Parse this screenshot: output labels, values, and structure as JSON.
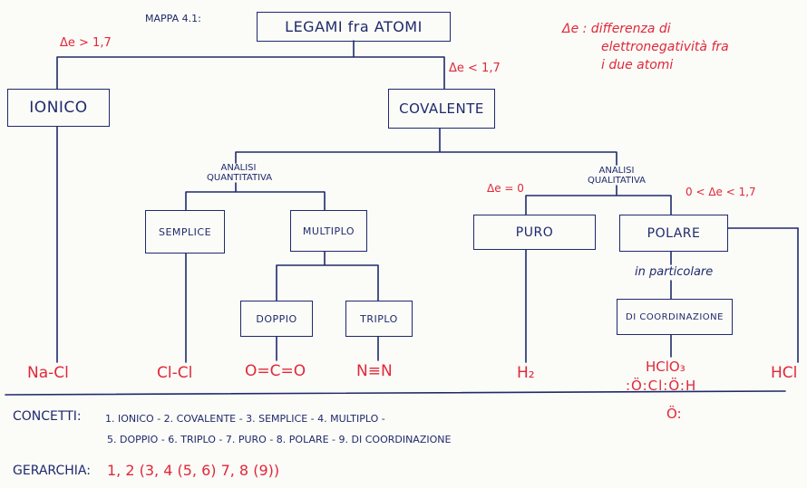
{
  "map_label": "MAPPA 4.1:",
  "nodes": {
    "root": "LEGAMI fra ATOMI",
    "ionico": "IONICO",
    "covalente": "COVALENTE",
    "semplice": "SEMPLICE",
    "multiplo": "MULTIPLO",
    "doppio": "DOPPIO",
    "triplo": "TRIPLO",
    "puro": "PURO",
    "polare": "POLARE",
    "coordinazione": "DI COORDINAZIONE"
  },
  "branch_labels": {
    "quantitativa_1": "ANALISI",
    "quantitativa_2": "QUANTITATIVA",
    "qualitativa_1": "ANALISI",
    "qualitativa_2": "QUALITATIVA",
    "in_particolare": "in particolare"
  },
  "conditions": {
    "ionic": "Δe > 1,7",
    "covalent": "Δe < 1,7",
    "puro": "Δe = 0",
    "polare": "0 < Δe < 1,7"
  },
  "legend": {
    "line1": "Δe : differenza di",
    "line2": "elettronegatività fra",
    "line3": "i due atomi"
  },
  "examples": {
    "ionico": "Na-Cl",
    "semplice": "Cl-Cl",
    "doppio": "O=C=O",
    "triplo": "N≡N",
    "puro": "H₂",
    "coordinazione": "HClO₃",
    "polare": "HCl"
  },
  "lewis": {
    "row1": ":Ö:Cl:Ö:H",
    "row2": "Ö:"
  },
  "concetti": {
    "label": "CONCETTI:",
    "line1": "1. IONICO - 2. COVALENTE - 3. SEMPLICE - 4. MULTIPLO -",
    "line2": "5. DOPPIO - 6. TRIPLO - 7. PURO - 8. POLARE - 9. DI COORDINAZIONE"
  },
  "gerarchia": {
    "label": "GERARCHIA:",
    "value": "1, 2 (3, 4 (5, 6) 7, 8 (9))"
  }
}
